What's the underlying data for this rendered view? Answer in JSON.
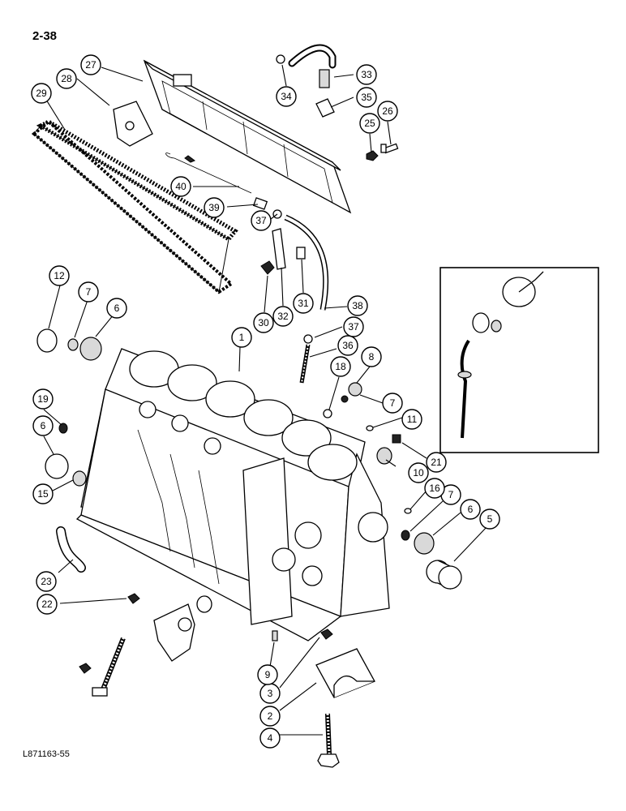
{
  "page": {
    "number": "2-38",
    "figure_id": "L871163-55"
  },
  "callouts": [
    {
      "label": "1"
    },
    {
      "label": "2"
    },
    {
      "label": "3"
    },
    {
      "label": "4"
    },
    {
      "label": "5"
    },
    {
      "label": "6"
    },
    {
      "label": "7"
    },
    {
      "label": "6"
    },
    {
      "label": "7"
    },
    {
      "label": "8"
    },
    {
      "label": "7"
    },
    {
      "label": "9"
    },
    {
      "label": "10"
    },
    {
      "label": "11"
    },
    {
      "label": "12"
    },
    {
      "label": "15"
    },
    {
      "label": "16"
    },
    {
      "label": "18"
    },
    {
      "label": "19"
    },
    {
      "label": "6"
    },
    {
      "label": "21"
    },
    {
      "label": "22"
    },
    {
      "label": "23"
    },
    {
      "label": "25"
    },
    {
      "label": "26"
    },
    {
      "label": "27"
    },
    {
      "label": "28"
    },
    {
      "label": "29"
    },
    {
      "label": "30"
    },
    {
      "label": "31"
    },
    {
      "label": "32"
    },
    {
      "label": "33"
    },
    {
      "label": "34"
    },
    {
      "label": "35"
    },
    {
      "label": "36"
    },
    {
      "label": "37"
    },
    {
      "label": "37"
    },
    {
      "label": "38"
    },
    {
      "label": "39"
    },
    {
      "label": "40"
    }
  ]
}
